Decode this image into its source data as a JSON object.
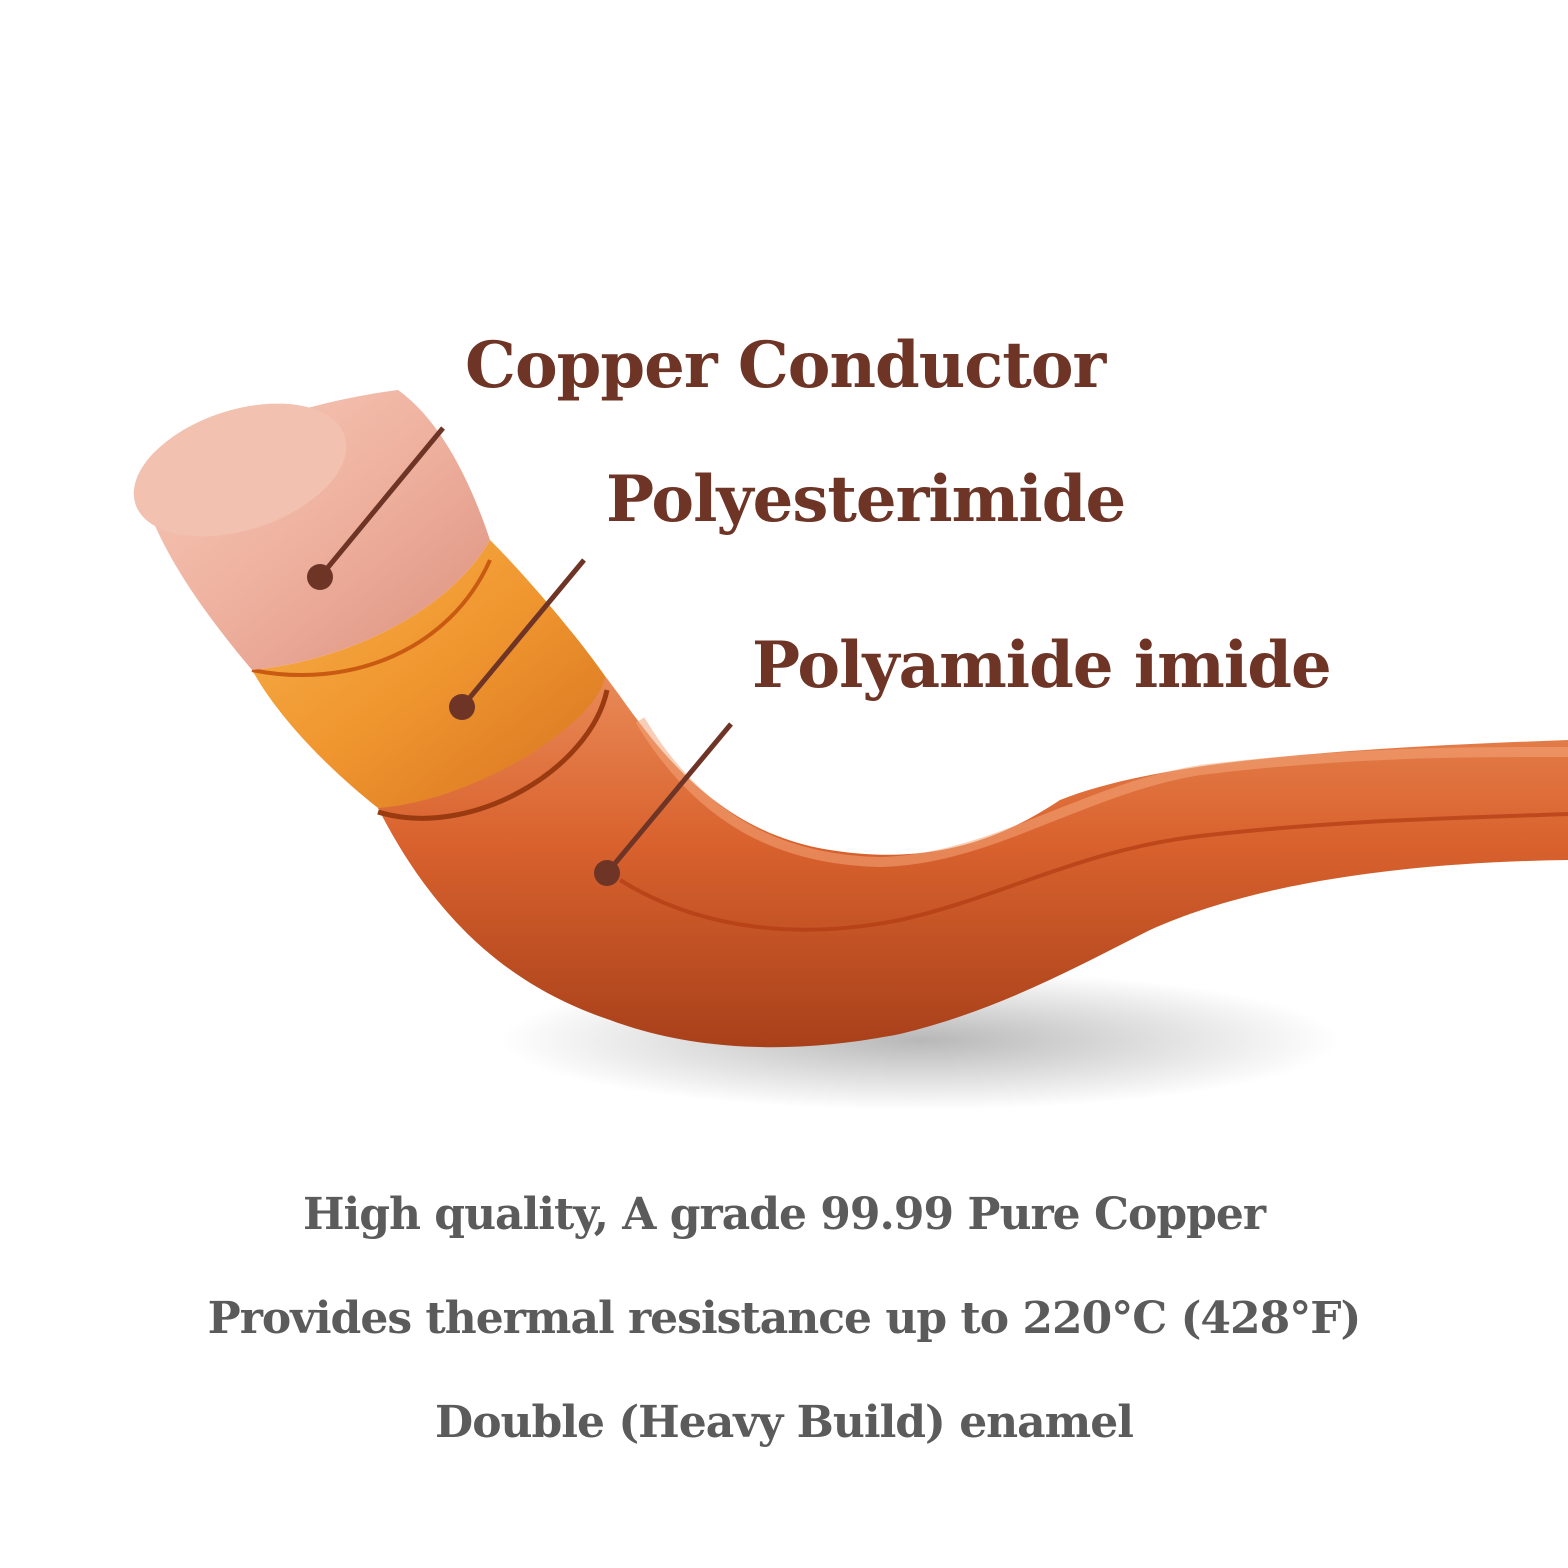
{
  "diagram": {
    "labels": {
      "copper_conductor": "Copper Conductor",
      "polyesterimide": "Polyesterimide",
      "polyamide_imide": "Polyamide imide"
    },
    "captions": [
      "High quality,  A grade 99.99 Pure Copper",
      "Provides thermal resistance up to 220°C (428°F)",
      "Double (Heavy Build) enamel"
    ]
  },
  "colors": {
    "label_text": "#6e3426",
    "caption_text": "#5b5b5b",
    "copper_core": "#f2b6a6",
    "polyesterimide_layer": "#f0962f",
    "polyamide_imide_layer": "#d9602c"
  }
}
